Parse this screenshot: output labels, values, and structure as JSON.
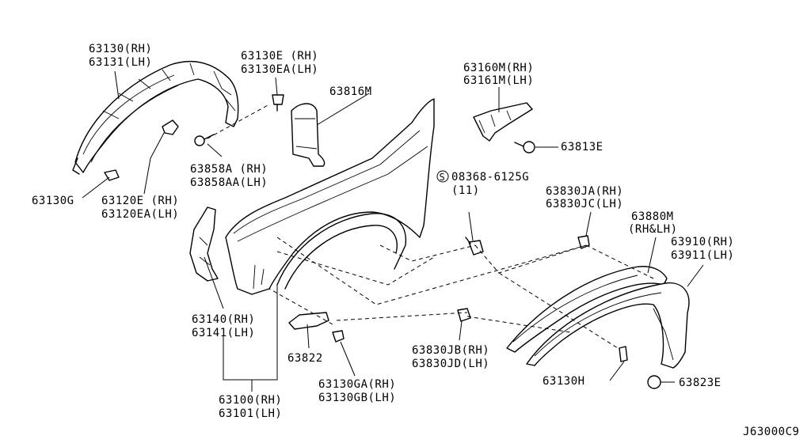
{
  "labels": {
    "p63130": "63130(RH)",
    "p63131": "63131(LH)",
    "p63130e": "63130E (RH)",
    "p63130ea": "63130EA(LH)",
    "p63816m": "63816M",
    "p63160m": "63160M(RH)",
    "p63161m": "63161M(LH)",
    "p63813e": "63813E",
    "p63858a": "63858A (RH)",
    "p63858aa": "63858AA(LH)",
    "p08368": "08368-6125G",
    "p08368_qty": "(11)",
    "p08368_prefix": "S",
    "p63830ja": "63830JA(RH)",
    "p63830jc": "63830JC(LH)",
    "p63880m": "63880M",
    "p63880m_side": "(RH&LH)",
    "p63910": "63910(RH)",
    "p63911": "63911(LH)",
    "p63130g": "63130G",
    "p63120e": "63120E (RH)",
    "p63120ea": "63120EA(LH)",
    "p63140": "63140(RH)",
    "p63141": "63141(LH)",
    "p63822": "63822",
    "p63830jb": "63830JB(RH)",
    "p63830jd": "63830JD(LH)",
    "p63130h": "63130H",
    "p63823e": "63823E",
    "p63130ga": "63130GA(RH)",
    "p63130gb": "63130GB(LH)",
    "p63100": "63100(RH)",
    "p63101": "63101(LH)",
    "diagram_code": "J63000C9"
  }
}
